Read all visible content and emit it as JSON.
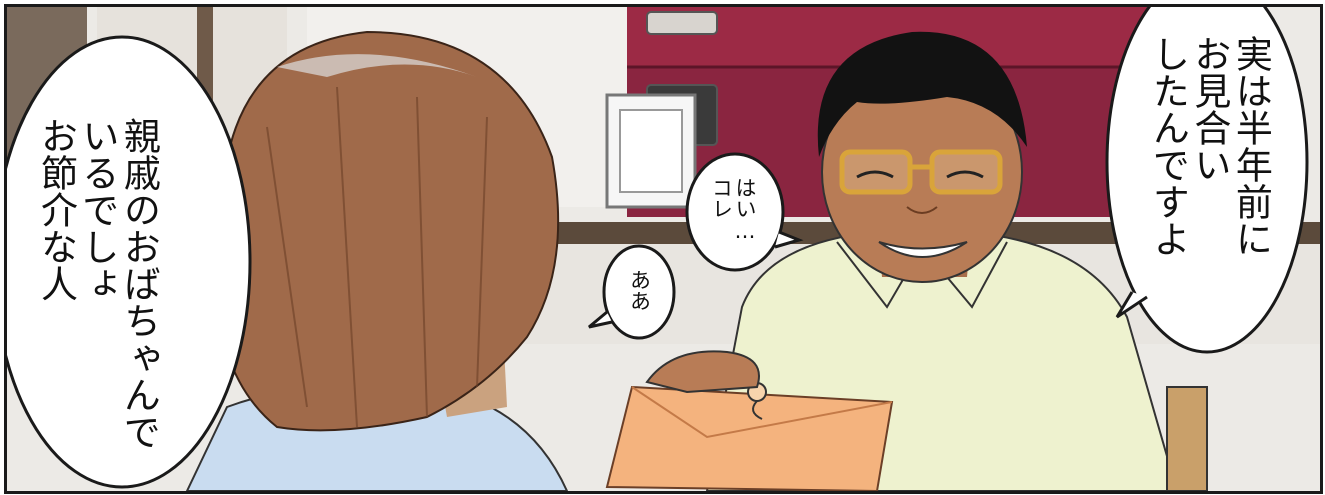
{
  "colors": {
    "cabinet": "#9c2a45",
    "cabinet_dark": "#6e1830",
    "wall": "#eceae6",
    "counter": "#5b4a3b",
    "shirt_man": "#eef2cf",
    "shirt_woman": "#c9dcf0",
    "hair_woman": "#a06a4a",
    "envelope": "#f4b37e",
    "skin": "#b87c56",
    "glasses": "#d9a43a",
    "bubble_stroke": "#1a1a1a"
  },
  "icons": {
    "woman": "woman-back-figure",
    "man": "smiling-man-figure",
    "envelope": "envelope-with-string-tie"
  },
  "bubbles": {
    "left": "親戚のおばちゃんで\nいるでしょ\nお節介な人",
    "right": "実は半年前に\nお見合い\nしたんですよ",
    "hai": "はい…\nコレ",
    "aa": "ああ"
  }
}
